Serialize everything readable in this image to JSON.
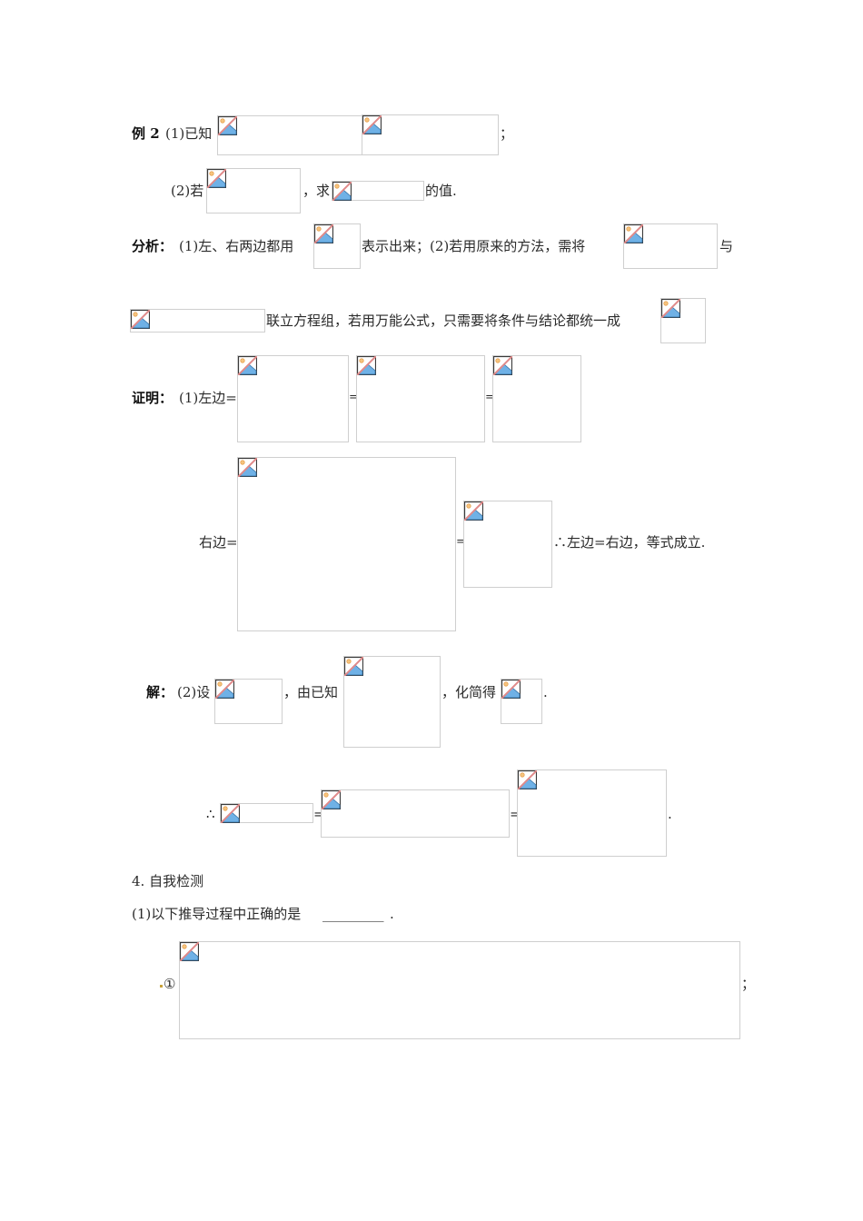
{
  "example2": {
    "label": "例 2",
    "part1_prefix": "(1)已知",
    "part1_suffix": "；",
    "part2_prefix": "(2)若",
    "part2_mid": "，求",
    "part2_suffix": "的值."
  },
  "analysis": {
    "label": "分析：",
    "line1_a": "(1)左、右两边都用",
    "line1_b": "表示出来；(2)若用原来的方法，需将",
    "line1_c": "与",
    "line2_a": "联立方程组，若用万能公式，只需要将条件与结论都统一成"
  },
  "proof": {
    "label": "证明：",
    "left_prefix": "(1)左边=",
    "eq1": "=",
    "eq2": "=",
    "right_prefix": "右边=",
    "eq3": "=",
    "conclusion": "∴左边=右边，等式成立."
  },
  "solution": {
    "label": "解：",
    "part_prefix": "(2)设",
    "mid1": "，由已知",
    "mid2": "，化简得",
    "end": ".",
    "therefore": "∴",
    "eq1": "=",
    "eq2": "=",
    "end2": "."
  },
  "self_check": {
    "heading": "4.  自我检测",
    "q1": "(1)以下推导过程中正确的是",
    "q1_blank": "_________",
    "q1_end": ".",
    "item1_marker": "①",
    "item1_end": "；"
  },
  "icons": {
    "broken_image": "broken-image-icon"
  }
}
